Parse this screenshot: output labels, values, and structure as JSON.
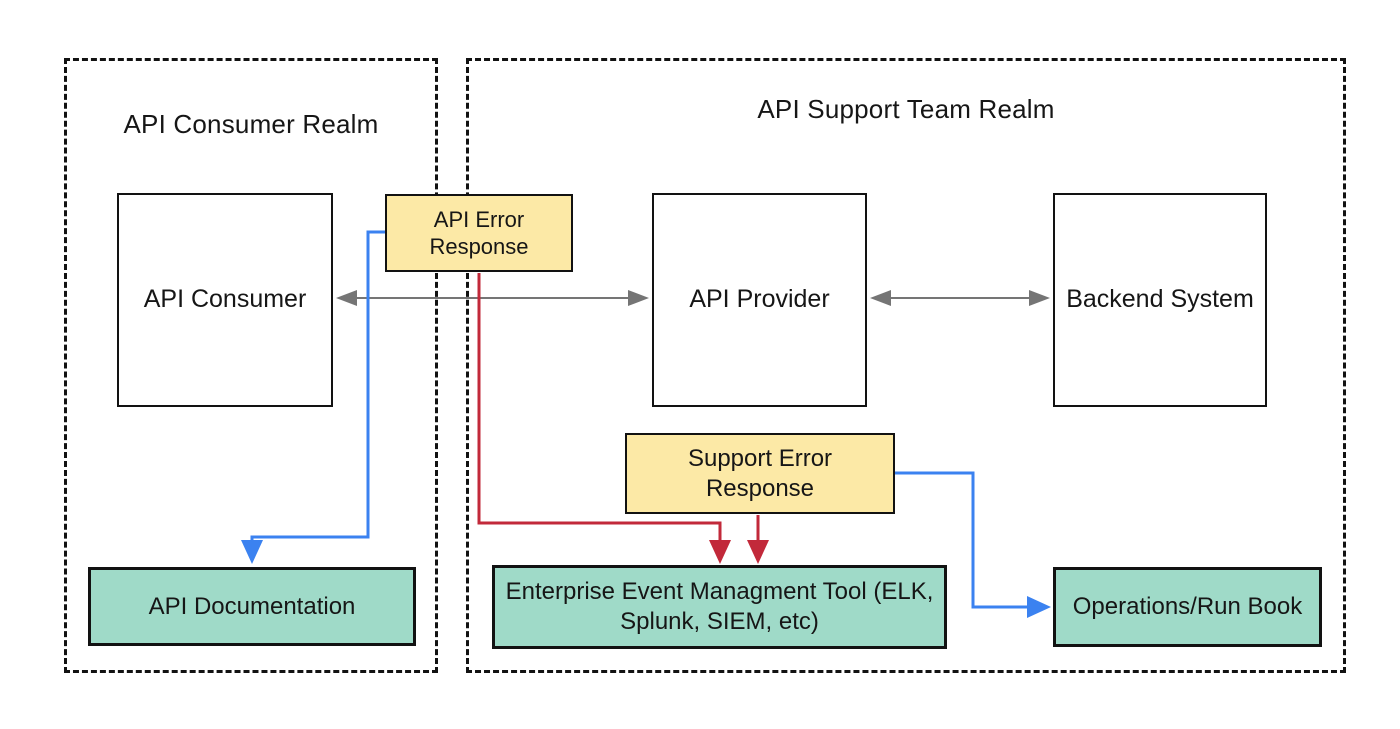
{
  "colors": {
    "background": "#ffffff",
    "border": "#121212",
    "text": "#161616",
    "node_fill": "#ffffff",
    "yellow_fill": "#fce9a6",
    "teal_fill": "#9fdac8",
    "blue": "#3b82f0",
    "red": "#c2293a",
    "gray": "#757575"
  },
  "realms": {
    "consumer": {
      "title": "API Consumer Realm"
    },
    "support": {
      "title": "API Support Team Realm"
    }
  },
  "nodes": {
    "api_consumer": {
      "label": "API Consumer"
    },
    "api_provider": {
      "label": "API Provider"
    },
    "backend_system": {
      "label": "Backend System"
    },
    "api_error_response": {
      "label": "API Error Response"
    },
    "support_error_response": {
      "label": "Support Error Response"
    },
    "api_documentation": {
      "label": "API Documentation"
    },
    "event_management_tool": {
      "label": "Enterprise Event Managment Tool (ELK, Splunk, SIEM, etc)"
    },
    "operations_run_book": {
      "label": "Operations/Run Book"
    }
  },
  "connections": [
    {
      "from": "api_consumer",
      "to": "api_provider",
      "style": "gray-double-arrow"
    },
    {
      "from": "api_provider",
      "to": "backend_system",
      "style": "gray-double-arrow"
    },
    {
      "from": "api_error_response",
      "to": "api_documentation",
      "style": "blue-arrow"
    },
    {
      "from": "api_error_response",
      "to": "event_management_tool",
      "style": "red-arrow"
    },
    {
      "from": "support_error_response",
      "to": "event_management_tool",
      "style": "red-arrow"
    },
    {
      "from": "support_error_response",
      "to": "operations_run_book",
      "style": "blue-arrow"
    }
  ]
}
